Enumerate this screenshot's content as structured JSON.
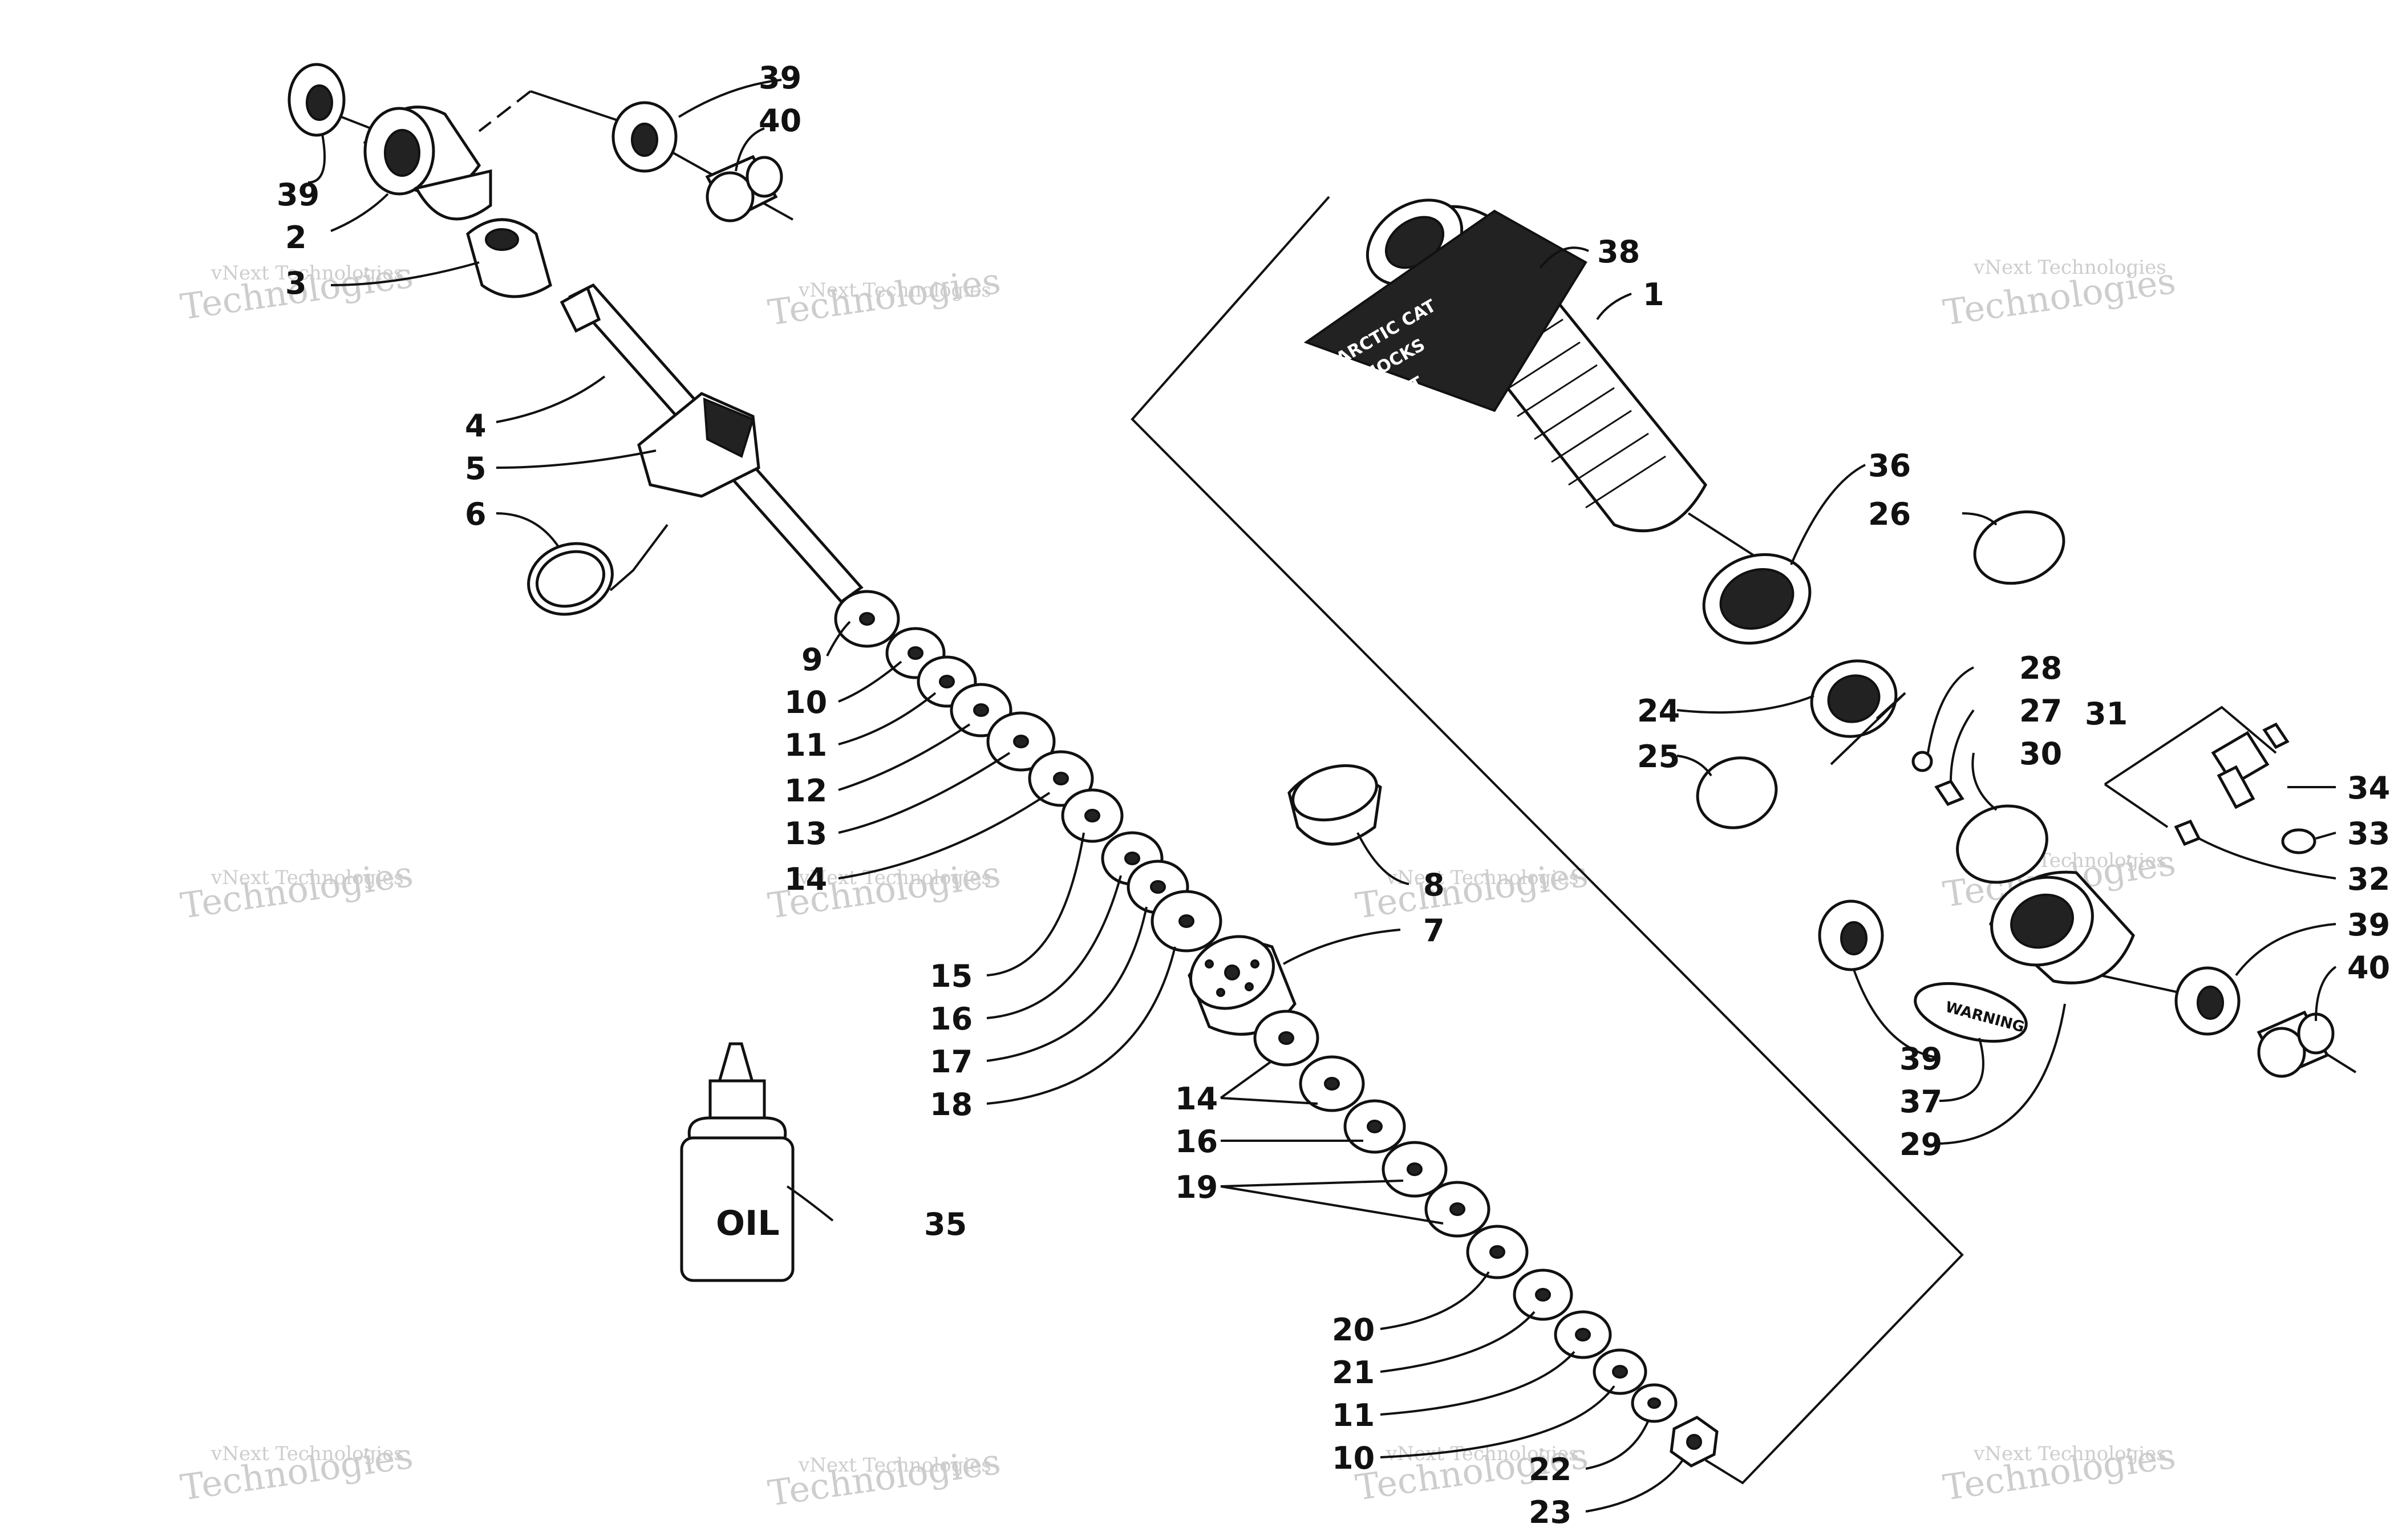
{
  "watermark": {
    "text_top": "vNext Technologies",
    "text_big": "Technologies",
    "text_small": "vNext"
  },
  "bottle": {
    "label": "OIL"
  },
  "warning_label": "WARNING",
  "decal": {
    "line1": "ARCTIC CAT",
    "line2": "SHOCKS",
    "line3": "ACT"
  },
  "callouts": {
    "c1": "1",
    "c2": "2",
    "c3": "3",
    "c4": "4",
    "c5": "5",
    "c6": "6",
    "c7": "7",
    "c8": "8",
    "c9": "9",
    "c10a": "10",
    "c10b": "10",
    "c11a": "11",
    "c11b": "11",
    "c12": "12",
    "c13": "13",
    "c14a": "14",
    "c14b": "14",
    "c15": "15",
    "c16a": "16",
    "c16b": "16",
    "c17": "17",
    "c18": "18",
    "c19": "19",
    "c20": "20",
    "c21": "21",
    "c22": "22",
    "c23": "23",
    "c24": "24",
    "c25": "25",
    "c26": "26",
    "c27": "27",
    "c28": "28",
    "c29": "29",
    "c30": "30",
    "c31": "31",
    "c32": "32",
    "c33": "33",
    "c34": "34",
    "c35": "35",
    "c36": "36",
    "c37": "37",
    "c38": "38",
    "c39a": "39",
    "c39b": "39",
    "c39c": "39",
    "c39d": "39",
    "c40a": "40",
    "c40b": "40"
  }
}
